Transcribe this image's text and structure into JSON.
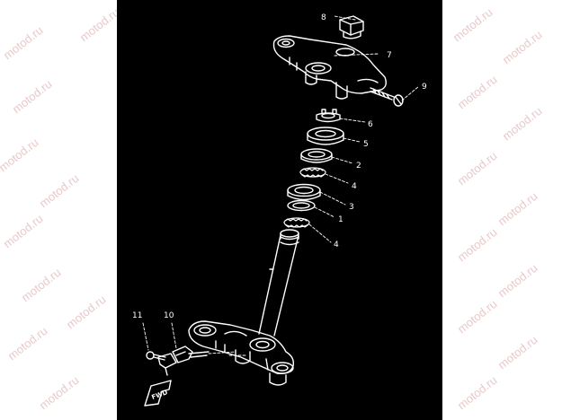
{
  "watermark": "motod.ru",
  "callouts": [
    "8",
    "7",
    "9",
    "6",
    "5",
    "2",
    "4",
    "3",
    "1",
    "4",
    "11",
    "10"
  ],
  "fwd_label": "FWD",
  "colors": {
    "background": "#000000",
    "lines": "#ffffff",
    "page": "#ffffff",
    "watermark": "#e9c9c9"
  }
}
